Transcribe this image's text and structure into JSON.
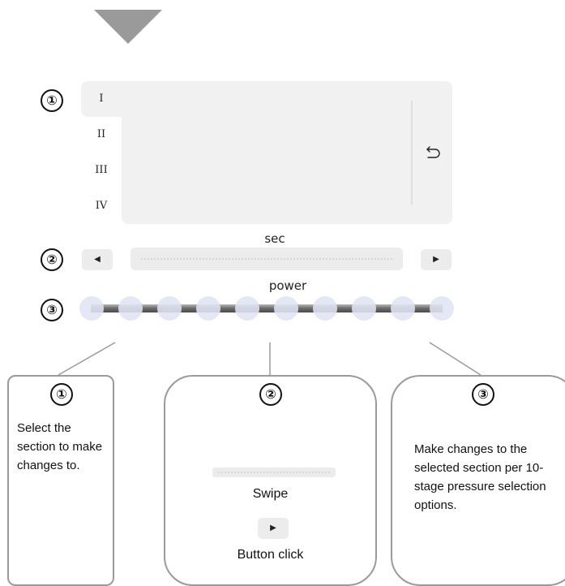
{
  "markers": [
    "①",
    "②",
    "③"
  ],
  "section_tabs": [
    "I",
    "II",
    "III",
    "IV"
  ],
  "selected_tab": "I",
  "icons": {
    "top_arrow": "down-triangle-icon",
    "undo": "undo-icon",
    "prev": "triangle-left-icon",
    "next": "triangle-right-icon"
  },
  "glyphs": {
    "prev": "◀",
    "next": "▶"
  },
  "sec": {
    "label": "sec"
  },
  "power": {
    "label": "power",
    "stages": 10
  },
  "cards": [
    {
      "marker": "①",
      "text": "Select the section to make changes to."
    },
    {
      "marker": "②",
      "swipe_label": "Swipe",
      "click_label": "Button click"
    },
    {
      "marker": "③",
      "text": "Make changes to the selected section per 10-stage pressure selection options."
    }
  ],
  "colors": {
    "panel": "#f1f1f1",
    "button": "#ececec",
    "card_border": "#9a9a9a",
    "power_dot": "#e0e5f3",
    "track_dark": "#4a4a4a"
  }
}
